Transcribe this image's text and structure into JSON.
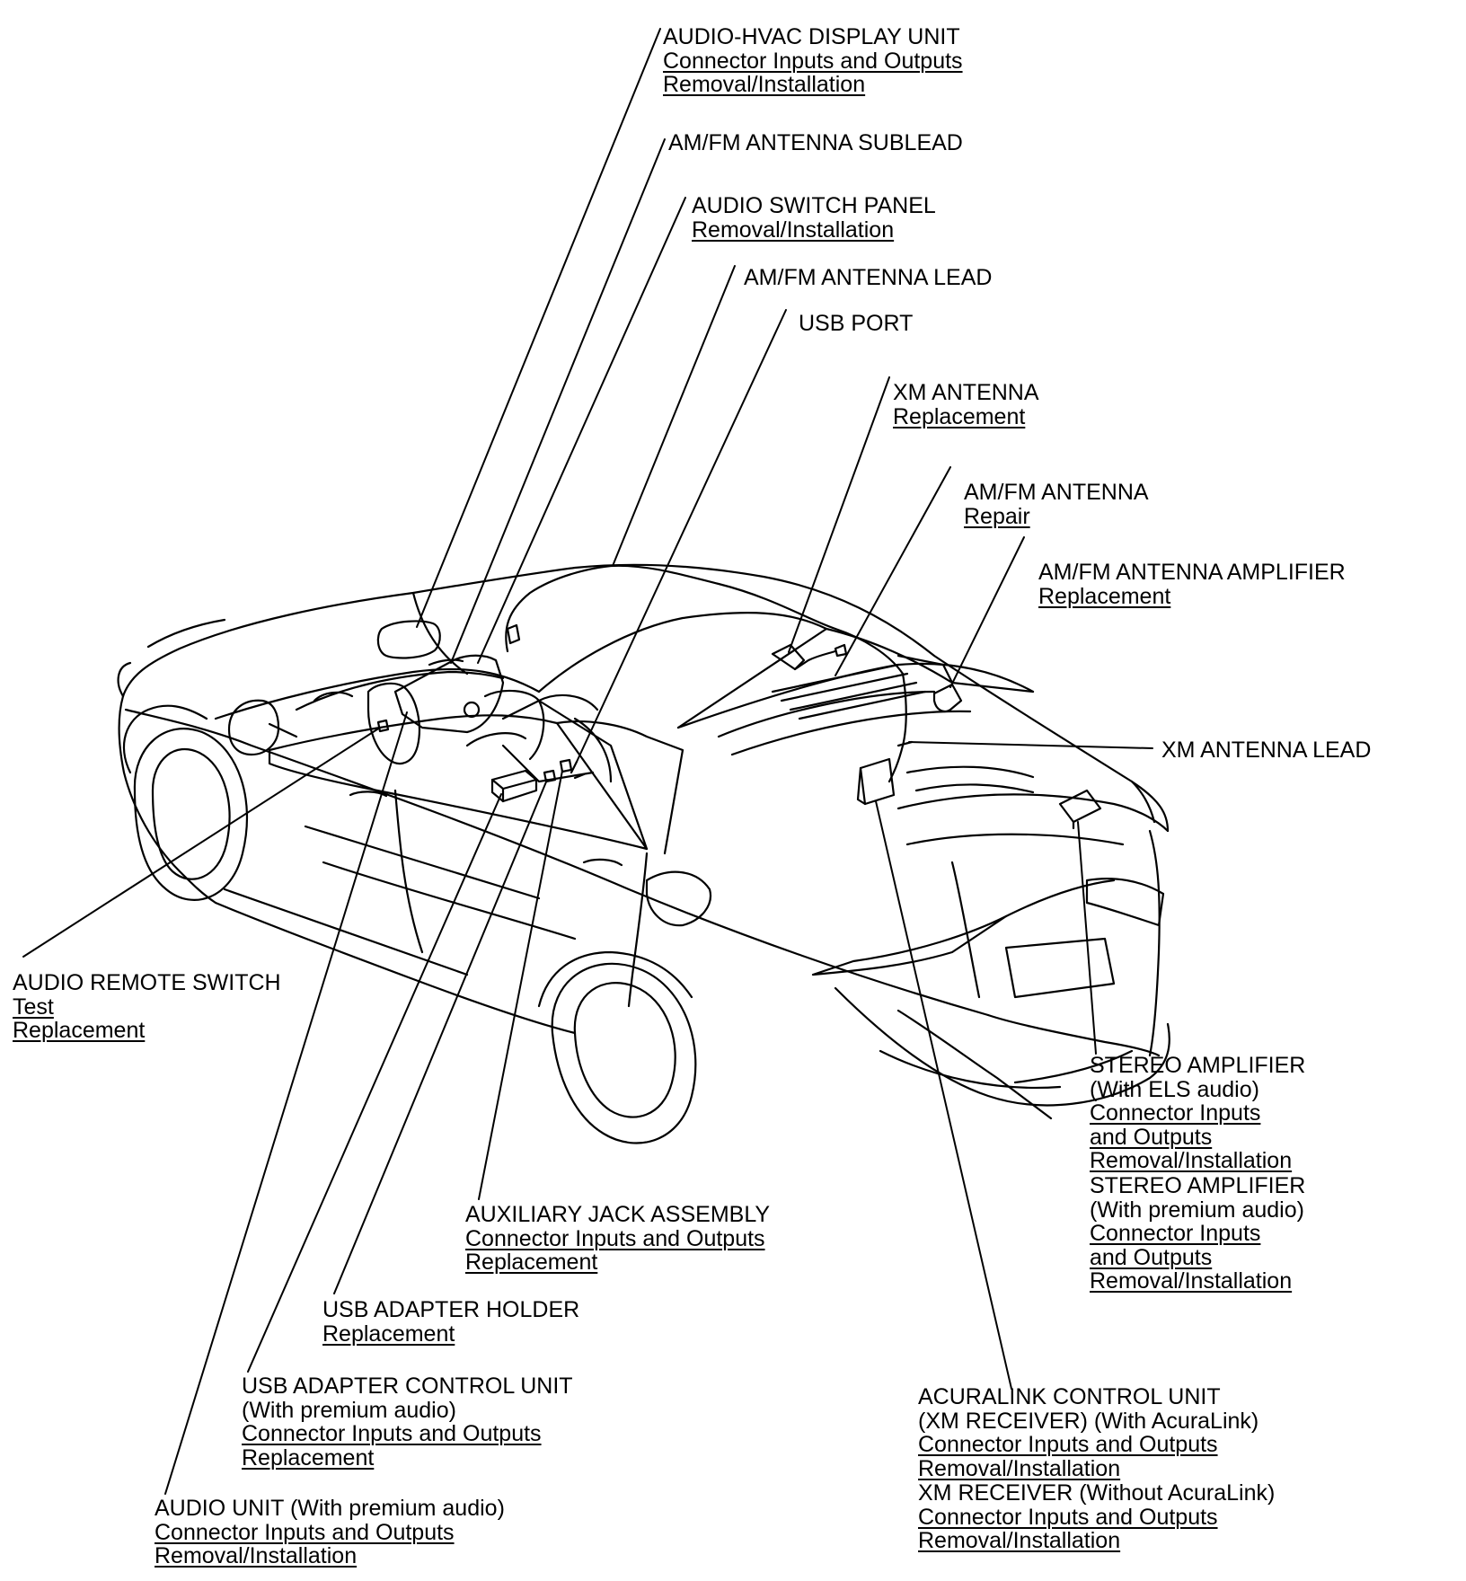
{
  "callouts": [
    {
      "id": "audio-hvac-display-unit",
      "title": "AUDIO-HVAC DISPLAY UNIT",
      "links": [
        "Connector Inputs and Outputs",
        "Removal/Installation"
      ]
    },
    {
      "id": "am-fm-antenna-sublead",
      "title": "AM/FM ANTENNA SUBLEAD"
    },
    {
      "id": "audio-switch-panel",
      "title": "AUDIO SWITCH PANEL",
      "links": [
        "Removal/Installation"
      ]
    },
    {
      "id": "am-fm-antenna-lead",
      "title": "AM/FM ANTENNA LEAD"
    },
    {
      "id": "usb-port",
      "title": "USB PORT"
    },
    {
      "id": "xm-antenna",
      "title": "XM ANTENNA",
      "links": [
        "Replacement"
      ]
    },
    {
      "id": "am-fm-antenna",
      "title": "AM/FM ANTENNA",
      "links": [
        "Repair"
      ]
    },
    {
      "id": "am-fm-antenna-amplifier",
      "title": "AM/FM ANTENNA AMPLIFIER",
      "links": [
        "Replacement"
      ]
    },
    {
      "id": "xm-antenna-lead",
      "title": "XM ANTENNA LEAD"
    },
    {
      "id": "audio-remote-switch",
      "title": "AUDIO REMOTE SWITCH",
      "links": [
        "Test",
        "Replacement"
      ]
    },
    {
      "id": "stereo-amplifier-els",
      "title": "STEREO AMPLIFIER",
      "notes": [
        "(With ELS audio)"
      ],
      "links": [
        "Connector Inputs ",
        "and Outputs",
        "Removal/Installation"
      ]
    },
    {
      "id": "stereo-amplifier-premium",
      "title": "STEREO AMPLIFIER",
      "notes": [
        "(With premium audio)"
      ],
      "links": [
        "Connector Inputs ",
        "and Outputs",
        "Removal/Installation"
      ]
    },
    {
      "id": "auxiliary-jack-assembly",
      "title": "AUXILIARY JACK ASSEMBLY",
      "links": [
        "Connector Inputs and Outputs",
        "Replacement"
      ]
    },
    {
      "id": "usb-adapter-holder",
      "title": "USB ADAPTER HOLDER",
      "links": [
        "Replacement"
      ]
    },
    {
      "id": "usb-adapter-control-unit",
      "title": "USB ADAPTER CONTROL UNIT",
      "notes": [
        "(With premium audio)"
      ],
      "links": [
        "Connector Inputs and Outputs",
        "Replacement"
      ]
    },
    {
      "id": "acuralink-control-unit",
      "title": "ACURALINK CONTROL UNIT",
      "notes": [
        "(XM RECEIVER) (With AcuraLink)"
      ],
      "links": [
        "Connector Inputs and Outputs",
        "Removal/Installation"
      ]
    },
    {
      "id": "xm-receiver",
      "title": "XM RECEIVER (Without AcuraLink)",
      "links": [
        "Connector Inputs and Outputs",
        "Removal/Installation"
      ]
    },
    {
      "id": "audio-unit",
      "title": "AUDIO UNIT (With premium audio)",
      "links": [
        "Connector Inputs and Outputs",
        "Removal/Installation"
      ]
    }
  ]
}
